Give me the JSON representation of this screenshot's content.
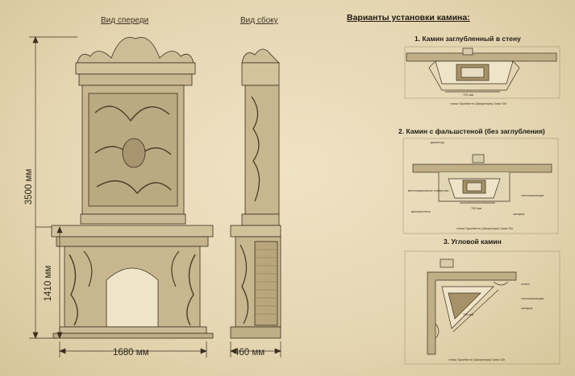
{
  "views": {
    "front": "Вид спереди",
    "side": "Вид сбоку"
  },
  "dimensions": {
    "height_total": "3500 мм",
    "height_lower": "1410 мм",
    "width_front": "1680 мм",
    "depth_side": "460 мм"
  },
  "install": {
    "title": "Варианты установки камина:",
    "options": [
      {
        "title": "1. Камин заглубленный в стену",
        "width": "702 мм",
        "firebox": "топка Spartherm (Шпартерм) Varia S/h"
      },
      {
        "title": "2. Камин с фальшстеной (без заглубления)",
        "chimney": "дымоход",
        "vent": "вентиляционное отверстие",
        "false_wall": "фальшстена",
        "insulation": "теплоизоляция",
        "screed": "затирка",
        "width": "700 мм",
        "firebox": "топка Spartherm (Шпартерм) Varia S/h"
      },
      {
        "title": "3. Угловой камин",
        "wall": "стена",
        "insulation": "теплоизоляция",
        "screed": "затирка",
        "width": "700 мм",
        "firebox": "топка Spartherm (Шпартерм) Varia S/h"
      }
    ]
  },
  "colors": {
    "paper": "#e6d8b6",
    "ink": "#2a2418"
  }
}
